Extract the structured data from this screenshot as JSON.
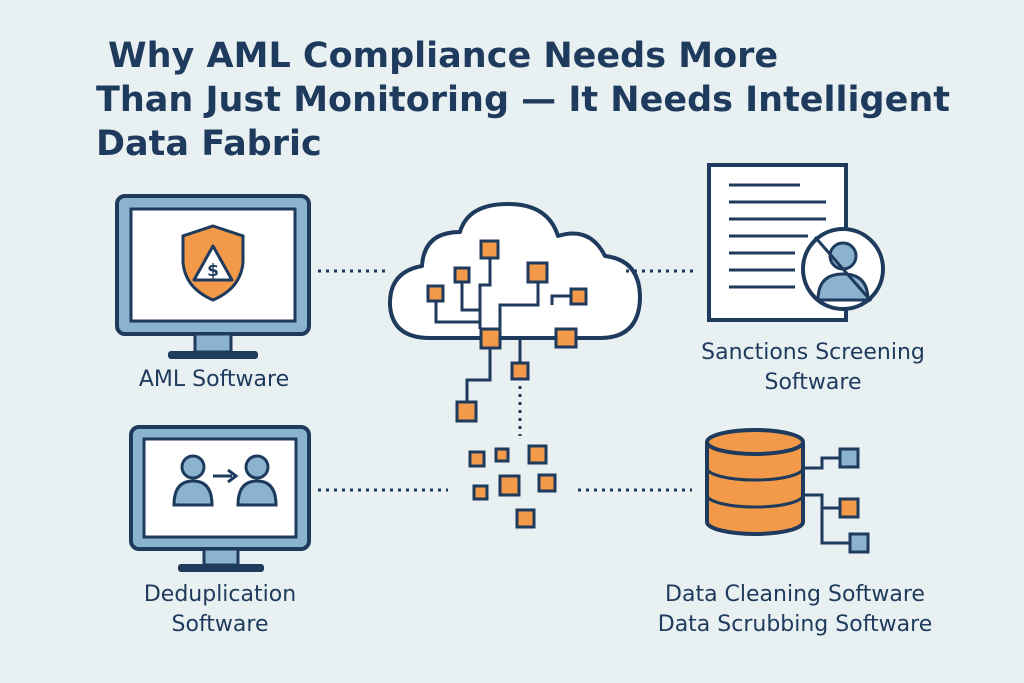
{
  "title": {
    "line1": "Why AML Compliance Needs More",
    "line2": "Than Just Monitoring — It Needs Intelligent",
    "line3": "Data Fabric"
  },
  "nodes": {
    "aml": {
      "label": "AML Software",
      "icon": "shield-dollar-icon"
    },
    "sanctions": {
      "label_line1": "Sanctions Screening",
      "label_line2": "Software",
      "icon": "document-person-icon"
    },
    "dedup": {
      "label_line1": "Deduplication",
      "label_line2": "Software",
      "icon": "user-merge-icon"
    },
    "cleaning": {
      "label_line1": "Data Cleaning Software",
      "label_line2": "Data Scrubbing Software",
      "icon": "database-icon"
    },
    "hub": {
      "icon": "cloud-network-icon"
    }
  },
  "colors": {
    "navy": "#1e3a5c",
    "steel": "#8bb3cf",
    "orange": "#f29a4a",
    "background": "#e8f0f2",
    "paper": "#ffffff"
  }
}
